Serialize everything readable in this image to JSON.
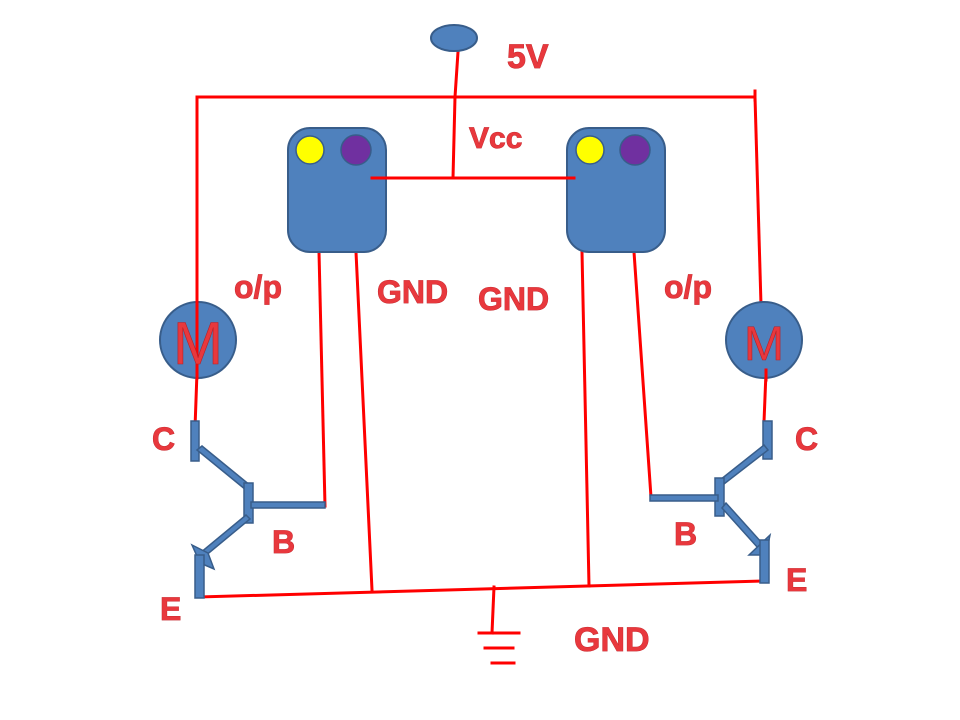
{
  "title": "Dual IR sensor motor driver circuit",
  "colors": {
    "wire": "#ff0000",
    "component": "#4f81bd",
    "component_border": "#385d8a",
    "label": "#e8383d",
    "led_yellow": "#ffff00",
    "led_purple": "#7030a0"
  },
  "labels": {
    "supply": "5V",
    "vcc": "Vcc",
    "left_output": "o/p",
    "right_output": "o/p",
    "left_sensor_gnd": "GND",
    "right_sensor_gnd": "GND",
    "ground": "GND",
    "left_motor": "M",
    "right_motor": "M",
    "left_collector": "C",
    "left_base": "B",
    "left_emitter": "E",
    "right_collector": "C",
    "right_base": "B",
    "right_emitter": "E"
  },
  "components": {
    "power_terminal": {
      "type": "terminal",
      "label": "5V"
    },
    "sensors": [
      {
        "name": "left-ir-sensor",
        "leds": [
          "yellow",
          "purple"
        ],
        "pins": [
          "Vcc",
          "o/p",
          "GND"
        ]
      },
      {
        "name": "right-ir-sensor",
        "leds": [
          "yellow",
          "purple"
        ],
        "pins": [
          "Vcc",
          "o/p",
          "GND"
        ]
      }
    ],
    "motors": [
      {
        "name": "left-motor",
        "symbol": "M"
      },
      {
        "name": "right-motor",
        "symbol": "M"
      }
    ],
    "transistors": [
      {
        "name": "left-npn-transistor",
        "terminals": [
          "C",
          "B",
          "E"
        ]
      },
      {
        "name": "right-npn-transistor",
        "terminals": [
          "C",
          "B",
          "E"
        ]
      }
    ],
    "ground_symbol": {
      "type": "earth",
      "label": "GND"
    }
  }
}
